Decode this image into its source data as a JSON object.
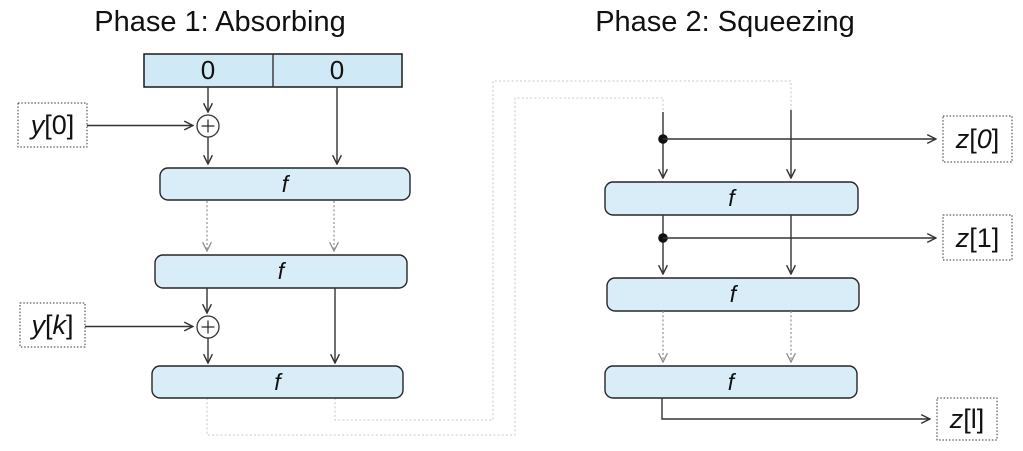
{
  "phase1": {
    "title": "Phase 1: Absorbing",
    "state_cells": [
      "0",
      "0"
    ],
    "f_labels": [
      "f",
      "f",
      "f"
    ],
    "inputs": [
      {
        "var": "y",
        "open": "[",
        "index": "0",
        "close": "]"
      },
      {
        "var": "y",
        "open": "[",
        "index": "k",
        "close": "]"
      }
    ]
  },
  "phase2": {
    "title": "Phase 2: Squeezing",
    "f_labels": [
      "f",
      "f",
      "f"
    ],
    "outputs": [
      {
        "var": "z",
        "open": "[",
        "index": "0",
        "close": "]"
      },
      {
        "var": "z",
        "open": "[",
        "index": "1",
        "close": "]"
      },
      {
        "var": "z",
        "open": "[",
        "index": "l",
        "close": "]"
      }
    ]
  },
  "colors": {
    "background": "#ffffff",
    "box_fill": "#d9edf9",
    "box_border": "#262626",
    "line": "#333333",
    "iteration_arrow_gray": "#8f8f8f",
    "loop_connector_gray": "#c9c9c9",
    "text": "#111111"
  }
}
